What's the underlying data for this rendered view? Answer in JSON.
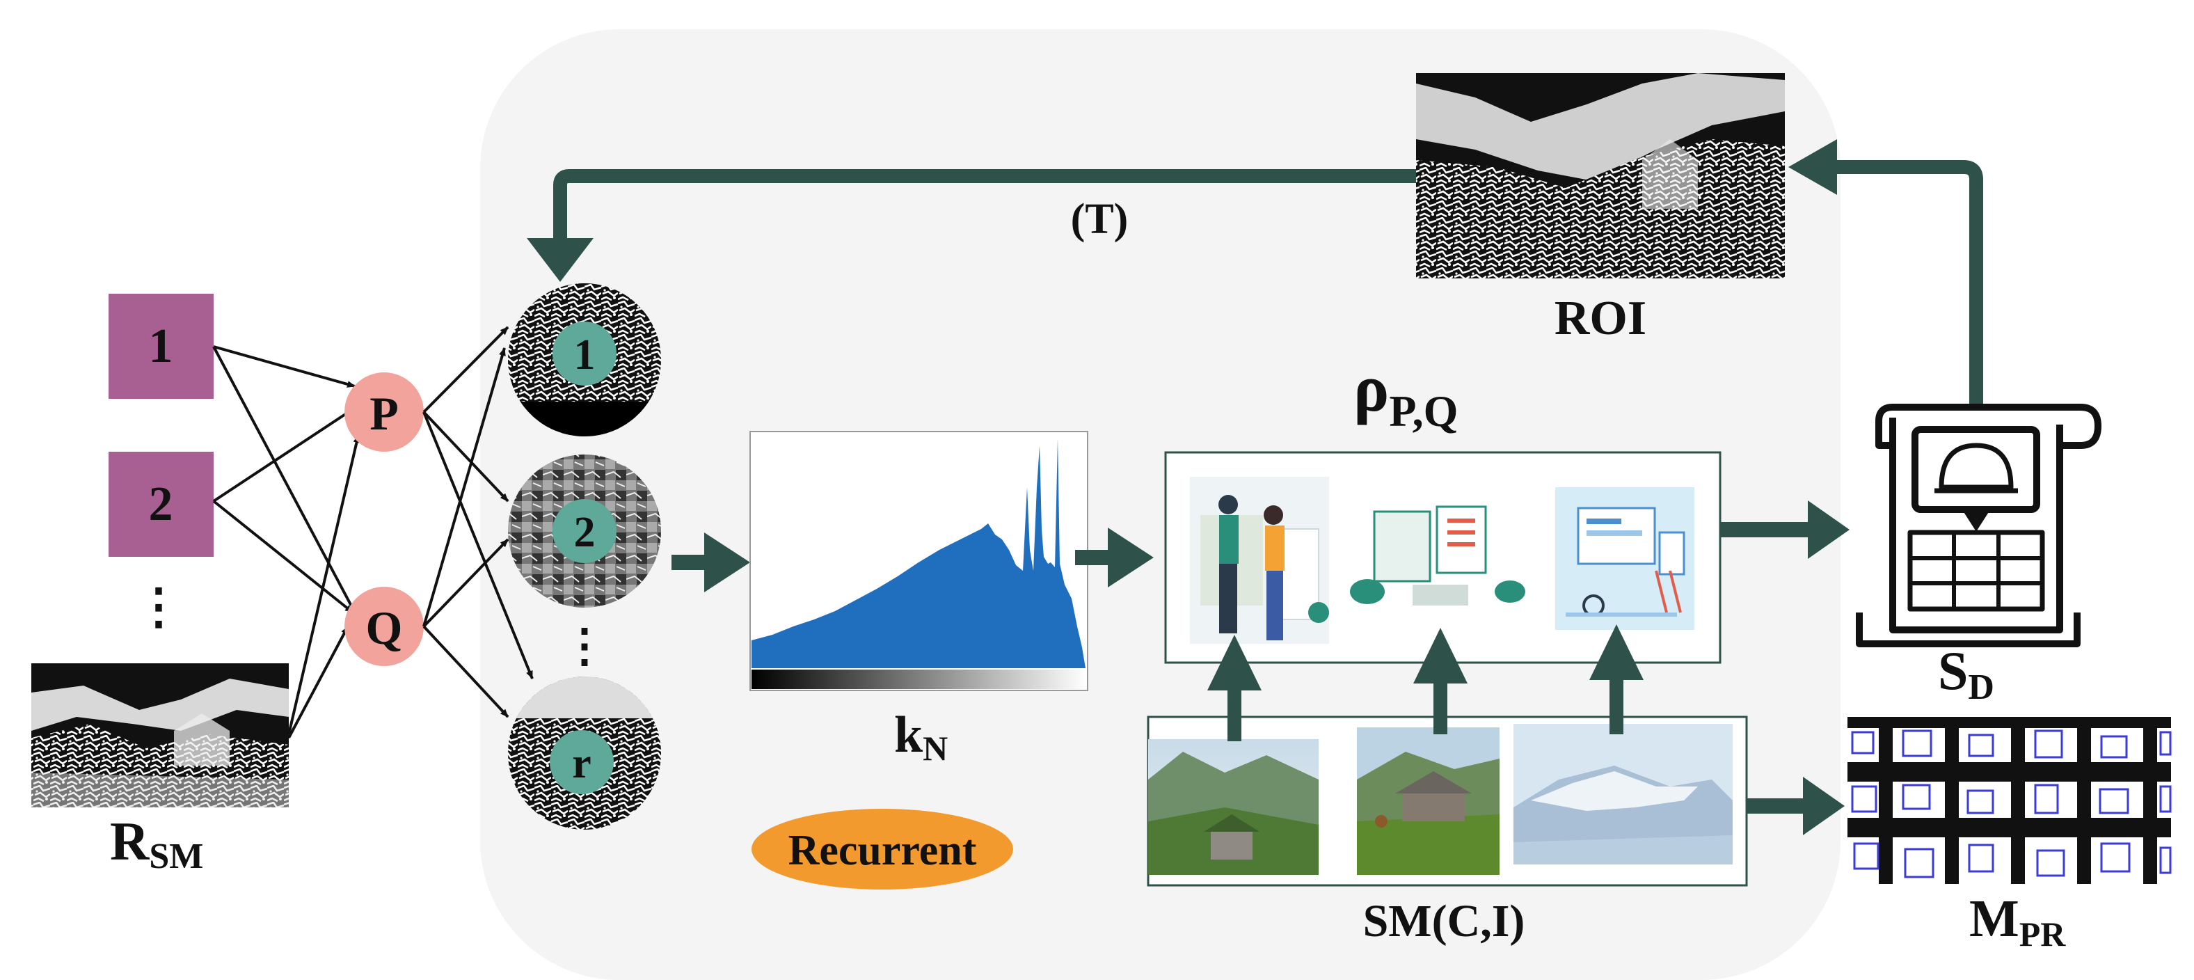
{
  "inputs": {
    "node1": "1",
    "node2": "2",
    "dots": "⋮",
    "label_main": "R",
    "label_sub": "SM"
  },
  "hidden": {
    "p": "P",
    "q": "Q"
  },
  "clusters": {
    "c1": "1",
    "c2": "2",
    "dots": "⋮",
    "cr": "r"
  },
  "histogram": {
    "label_main": "k",
    "label_sub": "N"
  },
  "recurrent": "Recurrent",
  "feedback": "(T)",
  "roi": "ROI",
  "rho": {
    "symbol": "ρ",
    "sub": "P,Q"
  },
  "sm": "SM(C,I)",
  "sd": {
    "label_main": "S",
    "label_sub": "D"
  },
  "mpr": {
    "label_main": "M",
    "label_sub": "PR"
  },
  "colors": {
    "square": "#a85f92",
    "pq_circle": "#f2a49c",
    "cluster_badge": "#5fa99a",
    "arrow": "#2e5249",
    "recurrent": "#f39a2e",
    "histogram": "#1f6fbe",
    "panel": "#f4f4f4"
  }
}
